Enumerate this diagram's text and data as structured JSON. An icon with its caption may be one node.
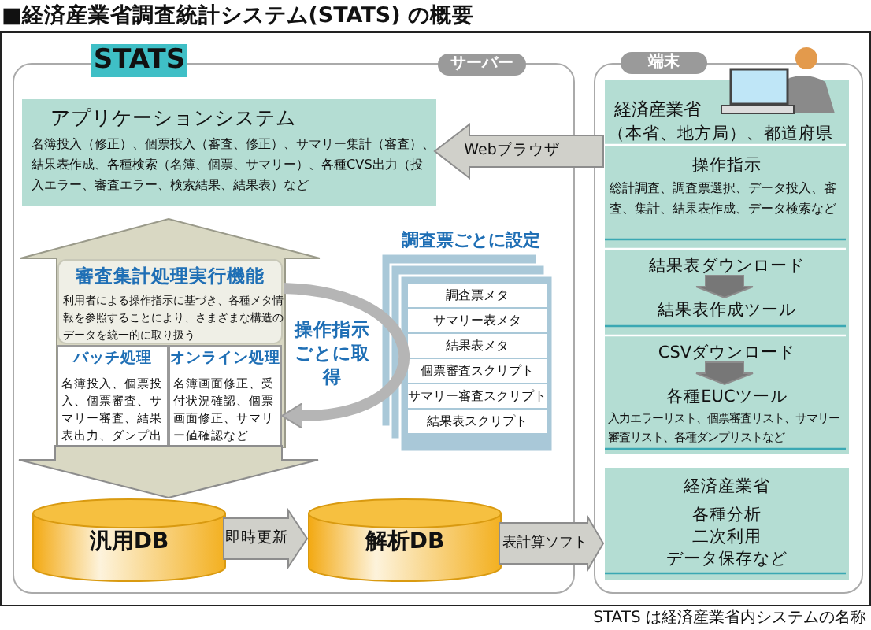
{
  "diagram": {
    "title": "■経済産業省調査統計システム(STATS) の概要",
    "caption": "STATS は経済産業省内システムの名称",
    "nodes": [
      {
        "text": [
          "STATS",
          "サーバー"
        ]
      },
      {
        "text": [
          "アプリケーションシステム",
          "名簿投入（修正）、個票投入（審査、修正）、サマリー集計（審査）、結果表作成、各種検索（名簿、個票、サマリー）、各種CVS出力（投入エラー、審査エラー、検索結果、結果表）など"
        ],
        "in": 0
      },
      {
        "text": [
          "審査集計処理実行機能",
          "利用者による操作指示に基づき、各種メタ情報を参照することにより、さまざまな構造のデータを統一的に取り扱う"
        ],
        "in": 0
      },
      {
        "text": [
          "バッチ処理",
          "名簿投入、個票投入、個票審査、サマリー審査、結果表出力、ダンプ出力など"
        ],
        "in": 2
      },
      {
        "text": [
          "オンライン処理",
          "名簿画面修正、受付状況確認、個票画面修正、サマリー値確認など"
        ],
        "in": 2
      },
      {
        "text": [
          "調査票ごとに設定"
        ],
        "in": 0
      },
      {
        "text": [
          "調査票メタ"
        ],
        "in": 5
      },
      {
        "text": [
          "サマリー表メタ"
        ],
        "in": 5
      },
      {
        "text": [
          "結果表メタ"
        ],
        "in": 5
      },
      {
        "text": [
          "個票審査スクリプト"
        ],
        "in": 5
      },
      {
        "text": [
          "サマリー審査スクリプト"
        ],
        "in": 5
      },
      {
        "text": [
          "結果表スクリプト"
        ],
        "in": 5
      },
      {
        "text": [
          "汎用DB"
        ],
        "in": 0
      },
      {
        "text": [
          "解析DB"
        ],
        "in": 0
      },
      {
        "text": [
          "端末"
        ]
      },
      {
        "text": [
          "経済産業省",
          "（本省、地方局）、都道府県"
        ],
        "in": 14
      },
      {
        "text": [
          "操作指示",
          "総計調査、調査票選択、データ投入、審査、集計、結果表作成、データ検索など"
        ],
        "in": 15
      },
      {
        "text": [
          "結果表ダウンロード"
        ],
        "in": 15
      },
      {
        "text": [
          "結果表作成ツール"
        ],
        "in": 15
      },
      {
        "text": [
          "CSVダウンロード"
        ],
        "in": 15
      },
      {
        "text": [
          "各種EUCツール",
          "入力エラーリスト、個票審査リスト、サマリー審査リスト、各種ダンプリストなど"
        ],
        "in": 15
      },
      {
        "text": [
          "経済産業省",
          "各種分析",
          "二次利用",
          "データ保存など"
        ],
        "in": 14
      }
    ],
    "edges": [
      {
        "from": 15,
        "to": 1,
        "arrow": "to",
        "label": "Webブラウザ"
      },
      {
        "from": 2,
        "to": 4,
        "arrow": "to",
        "label": "操作指示ごとに取得"
      },
      {
        "from": 2,
        "to": 12,
        "arrow": "to"
      },
      {
        "from": 12,
        "to": 13,
        "arrow": "to",
        "label": "即時更新"
      },
      {
        "from": 13,
        "to": 21,
        "arrow": "to",
        "label": "表計算ソフト"
      },
      {
        "from": 17,
        "to": 18,
        "arrow": "to"
      },
      {
        "from": 19,
        "to": 20,
        "arrow": "to"
      }
    ]
  }
}
